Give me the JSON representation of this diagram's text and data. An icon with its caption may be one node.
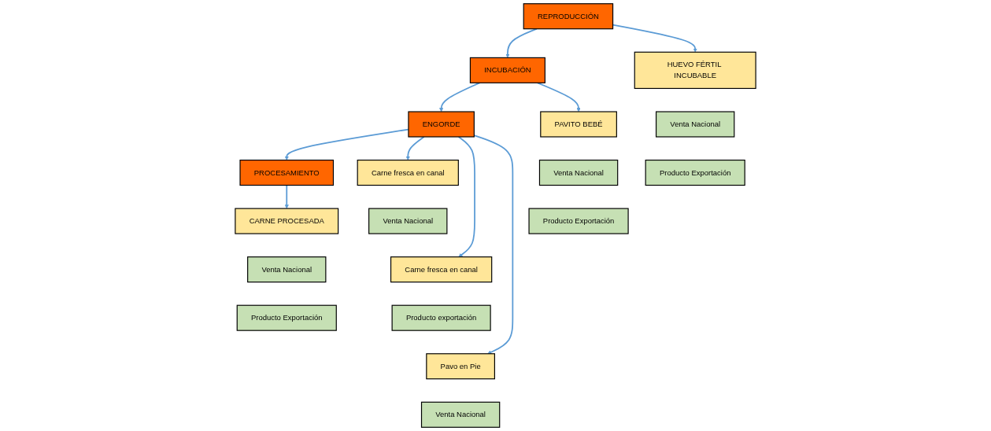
{
  "diagram": {
    "nodes": [
      {
        "text": [
          "REPRODUCCIÓN"
        ]
      },
      {
        "text": [
          "INCUBACIÓN"
        ]
      },
      {
        "text": [
          "ENGORDE"
        ]
      },
      {
        "text": [
          "PROCESAMIENTO"
        ]
      },
      {
        "text": [
          "HUEVO FÉRTIL INCUBABLE"
        ]
      },
      {
        "text": [
          "PAVITO BEBÉ"
        ]
      },
      {
        "text": [
          "CARNE PROCESADA"
        ]
      },
      {
        "text": [
          "Carne fresca en canal"
        ]
      },
      {
        "text": [
          "Venta Nacional"
        ]
      },
      {
        "text": [
          "Venta Nacional"
        ]
      },
      {
        "text": [
          "Venta Nacional"
        ]
      },
      {
        "text": [
          "Venta Nacional"
        ]
      },
      {
        "text": [
          "Carne fresca en canal"
        ]
      },
      {
        "text": [
          "Producto Exportación"
        ]
      },
      {
        "text": [
          "Producto Exportación"
        ]
      },
      {
        "text": [
          "Producto exportación"
        ]
      },
      {
        "text": [
          "Producto Exportación"
        ]
      },
      {
        "text": [
          "Pavo en Pie"
        ]
      },
      {
        "text": [
          "Venta Nacional"
        ]
      }
    ],
    "edges": [
      {
        "from": 0,
        "to": 1,
        "arrow": "to"
      },
      {
        "from": 1,
        "to": 2,
        "arrow": "to"
      },
      {
        "from": 2,
        "to": 3,
        "arrow": "to"
      },
      {
        "from": 0,
        "to": 4,
        "arrow": "to"
      },
      {
        "from": 1,
        "to": 5,
        "arrow": "to"
      },
      {
        "from": 3,
        "to": 6,
        "arrow": "to"
      },
      {
        "from": 2,
        "to": 7,
        "arrow": "to"
      },
      {
        "from": 2,
        "to": 12,
        "arrow": "to"
      },
      {
        "from": 2,
        "to": 17,
        "arrow": "to"
      }
    ]
  }
}
